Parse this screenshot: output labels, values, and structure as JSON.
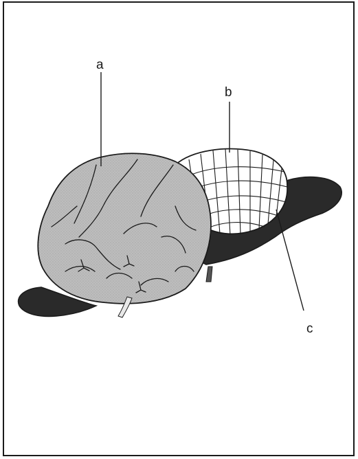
{
  "diagram": {
    "labels": {
      "a": "a",
      "b": "b",
      "c": "c"
    },
    "colors": {
      "background": "#ffffff",
      "frame": "#1a1a1a",
      "cerebrum_fill": "#b8b8b8",
      "cerebellum_fill": "#ffffff",
      "brainstem_fill": "#2a2a2a",
      "outline": "#1a1a1a"
    },
    "parts": [
      "cerebrum",
      "cerebellum",
      "brainstem"
    ]
  }
}
